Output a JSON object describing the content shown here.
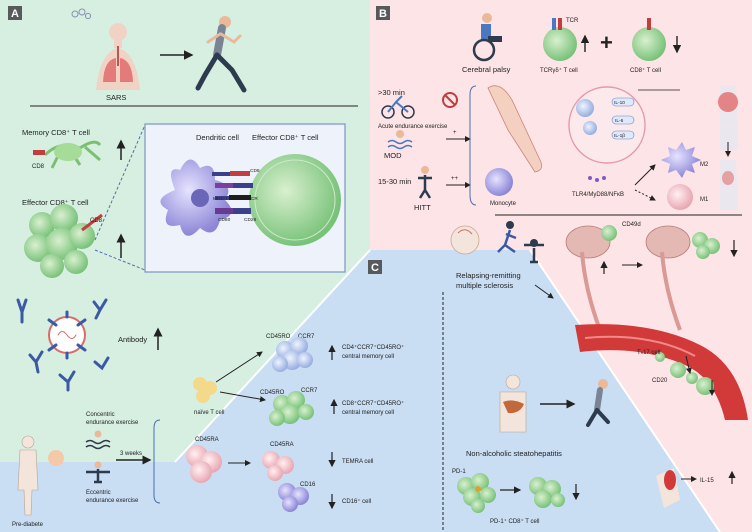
{
  "panel_a": {
    "letter": "A",
    "sars": "SARS",
    "memory_cd8": "Memory CD8⁺ T cell",
    "cd8": "CD8",
    "effector_cd8": "Effector CD8⁺ T cell",
    "cd8_2": "CD8",
    "dendritic_cell": "Dendritic cell",
    "effector_cd8_inset": "Effector CD8⁺ T cell",
    "cd8_inset": "CD8",
    "mhc1": "MHC-I",
    "tcr": "TCR",
    "cd80": "CD80",
    "cd28": "CD28",
    "antibody": "Antibody"
  },
  "panel_b": {
    "letter": "B",
    "cerebral_palsy": "Cerebral palsy",
    "tcr": "TCR",
    "tcr_gd": "TCRγδ⁺ T cell",
    "plus": "+",
    "cd8_t": "CD8⁺ T cell",
    "gt30": ">30 min",
    "acute": "Acute endurance exercise",
    "mod": "MOD",
    "range": "15-30 min",
    "hitt": "HITT",
    "plus_small": "+",
    "plusplus": "++",
    "il10": "IL-10",
    "il6": "IL-6",
    "il1b": "IL-1β",
    "monocyte": "Monocyte",
    "pathway": "TLR4/MyD88/NFκB",
    "m2": "M2",
    "m1": "M1",
    "cd49d": "CD49d",
    "rrms_line1": "Relapsing-remitting",
    "rrms_line2": "multiple sclerosis",
    "th17": "Tₕ17 cell",
    "cd20": "CD20"
  },
  "panel_c": {
    "letter": "C",
    "cd45ro_1": "CD45RO",
    "ccr7_1": "CCR7",
    "cm_cd4_1": "CD4⁺CCR7⁺CD45RO⁺",
    "cm_cd4_2": "central memory cell",
    "cd45ro_2": "CD45RO",
    "ccr7_2": "CCR7",
    "cm_cd8_1": "CD8⁺CCR7⁺CD45RO⁺",
    "cm_cd8_2": "central memory cell",
    "naive": "naïve T cell",
    "concentric_1": "Concentric",
    "concentric_2": "endurance exercise",
    "weeks": "3 weeks",
    "cd45ra_1": "CD45RA",
    "cd45ra_2": "CD45RA",
    "temra": "TEMRA cell",
    "cd16": "CD16",
    "cd16_cell": "CD16⁺ cell",
    "eccentric_1": "Eccentric",
    "eccentric_2": "endurance exercise",
    "prediabete": "Pre-diabete",
    "nash": "Non-alcoholic steatohepatitis",
    "pd1": "PD-1",
    "pd1_cell": "PD-1⁺ CD8⁺ T cell",
    "il15": "IL-15"
  },
  "colors": {
    "panel_a_bg": "#d6efe0",
    "panel_b_bg": "#fde4e6",
    "panel_c_bg": "#c9ddf3",
    "letter_bg": "#58595b",
    "t_cell_green": "#9fd79a",
    "dendritic_purple": "#a9a6dc",
    "blood_red": "#d23a3a"
  }
}
